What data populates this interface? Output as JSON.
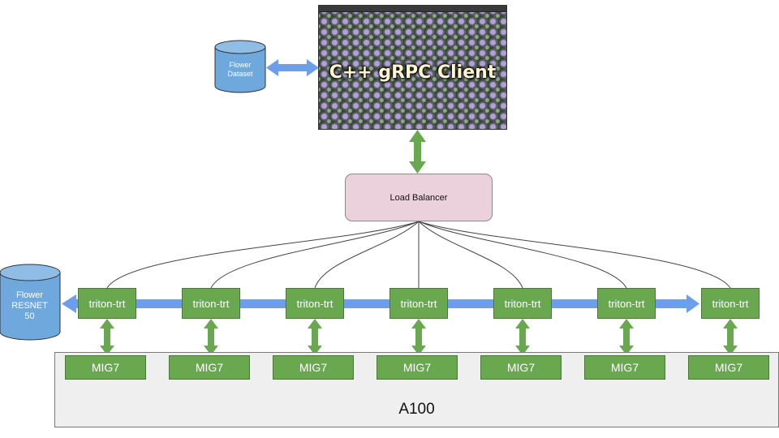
{
  "client": {
    "label": "C++ gRPC Client"
  },
  "dataset": {
    "line1": "Flower",
    "line2": "Dataset"
  },
  "model": {
    "line1": "Flower",
    "line2": "RESNET",
    "line3": "50"
  },
  "load_balancer": {
    "label": "Load Balancer"
  },
  "triton": [
    "triton-trt",
    "triton-trt",
    "triton-trt",
    "triton-trt",
    "triton-trt",
    "triton-trt",
    "triton-trt"
  ],
  "mig": [
    "MIG7",
    "MIG7",
    "MIG7",
    "MIG7",
    "MIG7",
    "MIG7",
    "MIG7"
  ],
  "gpu": {
    "label": "A100"
  },
  "colors": {
    "green": "#6aa84f",
    "blue_arrow": "#6d9eeb",
    "db_fill": "#6fa8dc",
    "load_balancer_fill": "#ead1dc",
    "a100_fill": "#efefef"
  }
}
